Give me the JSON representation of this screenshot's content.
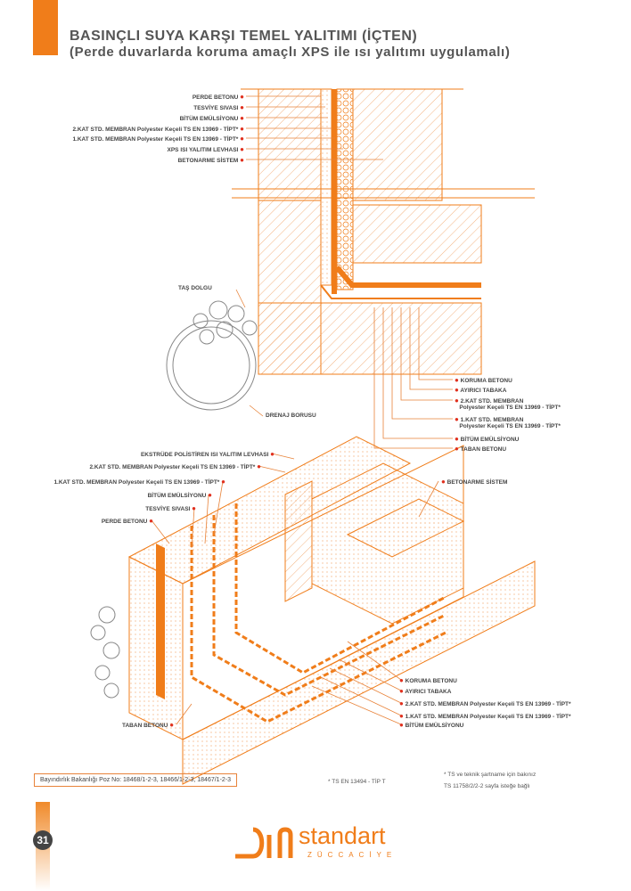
{
  "header": {
    "title": "BASINÇLI SUYA KARŞI TEMEL YALITIMI (İÇTEN)",
    "subtitle": "(Perde duvarlarda koruma amaçlı XPS ile ısı yalıtımı uygulamalı)"
  },
  "section_labels_top": [
    "PERDE BETONU",
    "TESVİYE SIVASI",
    "BİTÜM EMÜLSİYONU",
    "2.KAT STD. MEMBRAN Polyester Keçeli TS EN 13969 - TİPT*",
    "1.KAT STD. MEMBRAN Polyester Keçeli TS EN 13969 - TİPT*",
    "XPS ISI YALITIM LEVHASI",
    "BETONARME SİSTEM"
  ],
  "section_labels_misc": {
    "tas_dolgu": "TAŞ DOLGU",
    "drenaj": "DRENAJ BORUSU"
  },
  "section_labels_bottom": [
    "KORUMA BETONU",
    "AYIRICI TABAKA",
    "2.KAT STD. MEMBRAN",
    "Polyester Keçeli TS EN 13969 - TİPT*",
    "1.KAT STD. MEMBRAN",
    "Polyester Keçeli TS EN 13969 - TİPT*",
    "BİTÜM EMÜLSİYONU",
    "TABAN BETONU"
  ],
  "iso_labels_left": [
    "EKSTRÜDE POLİSTİREN ISI YALITIM LEVHASI",
    "2.KAT STD. MEMBRAN Polyester Keçeli TS EN 13969 - TİPT*",
    "1.KAT STD. MEMBRAN Polyester Keçeli TS EN 13969 - TİPT*",
    "BİTÜM EMÜLSİYONU",
    "TESVİYE SIVASI",
    "PERDE BETONU"
  ],
  "iso_label_sistem": "BETONARME SİSTEM",
  "iso_label_taban": "TABAN BETONU",
  "iso_labels_right": [
    "KORUMA BETONU",
    "AYIRICI TABAKA",
    "2.KAT STD. MEMBRAN Polyester Keçeli TS EN 13969 - TİPT*",
    "1.KAT STD. MEMBRAN Polyester Keçeli TS EN 13969 - TİPT*",
    "BİTÜM EMÜLSİYONU"
  ],
  "footer": {
    "ref": "Bayındırlık Bakanlığı Poz No: 18468/1-2-3, 18466/1-2-3, 18467/1-2-3",
    "ts": "* TS EN 13494 - TİP T",
    "note1": "* TS ve teknik şartname için bakınız",
    "note2": "TS 11758/2/2-2 sayfa isteğe bağlı",
    "page": "31",
    "logo": "standart",
    "logo_sub": "ZÜCCACİYE"
  },
  "colors": {
    "accent": "#f07d1a",
    "text": "#555555"
  }
}
